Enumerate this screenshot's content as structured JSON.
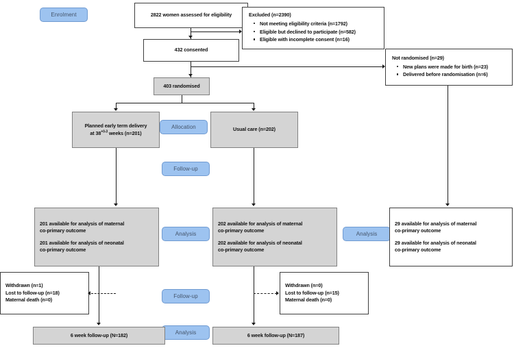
{
  "diagram": {
    "title": "CONSORT participant flow diagram",
    "phases": [
      {
        "id": "enrolment",
        "label": "Enrolment"
      },
      {
        "id": "allocation",
        "label": "Allocation"
      },
      {
        "id": "followup-1",
        "label": "Follow-up"
      },
      {
        "id": "analysis-left",
        "label": "Analysis"
      },
      {
        "id": "analysis-right",
        "label": "Analysis"
      },
      {
        "id": "followup-2",
        "label": "Follow-up"
      },
      {
        "id": "analysis-bottom",
        "label": "Analysis"
      }
    ],
    "nodes": {
      "assessed": {
        "text": "2822 women assessed for eligibility",
        "fill": "white"
      },
      "excluded": {
        "heading": "Excluded (n=2390)",
        "items": [
          "Not meeting eligibility criteria (n=1792)",
          "Eligible but declined to participate (n=582)",
          "Eligible with incomplete consent (n=16)"
        ],
        "fill": "white"
      },
      "consented": {
        "text": "432 consented",
        "fill": "white"
      },
      "not_randomised": {
        "heading": "Not randomised (n=29)",
        "items": [
          "New plans were made for birth (n=23)",
          "Delivered before randomisation (n=6)"
        ],
        "fill": "white"
      },
      "randomised": {
        "text": "403 randomised",
        "fill": "grey"
      },
      "arm_intervention": {
        "line1": "Planned early term delivery",
        "line2_pre": "at 38",
        "line2_sup": "+0-3",
        "line2_post": " weeks (n=201)",
        "fill": "grey"
      },
      "arm_control": {
        "text": "Usual care (n=202)",
        "fill": "grey"
      },
      "analysis_intervention": {
        "maternal_line1": "201 available for analysis of maternal",
        "maternal_line2": "co-primary outcome",
        "neonatal_line1": "201 available for analysis of neonatal",
        "neonatal_line2": "co-primary outcome",
        "fill": "grey"
      },
      "analysis_control": {
        "maternal_line1": "202 available for analysis of maternal",
        "maternal_line2": "co-primary outcome",
        "neonatal_line1": "202 available for analysis of neonatal",
        "neonatal_line2": "co-primary outcome",
        "fill": "grey"
      },
      "analysis_notrandomised": {
        "maternal_line1": "29 available for analysis of maternal",
        "maternal_line2": "co-primary outcome",
        "neonatal_line1": "29 available for analysis of neonatal",
        "neonatal_line2": "co-primary outcome",
        "fill": "white"
      },
      "losses_intervention": {
        "line1": "Withdrawn (n=1)",
        "line2": "Lost to follow-up (n=18)",
        "line3": "Maternal death (n=0)",
        "fill": "white"
      },
      "losses_control": {
        "line1": "Withdrawn (n=0)",
        "line2": "Lost to follow-up (n=15)",
        "line3": "Maternal death (n=0)",
        "fill": "white"
      },
      "followup_intervention": {
        "text": "6 week follow-up (N=182)",
        "fill": "grey"
      },
      "followup_control": {
        "text": "6 week follow-up (N=187)",
        "fill": "grey"
      }
    },
    "colors": {
      "badge_fill": "#9dc3f0",
      "badge_border": "#6f9ad1",
      "badge_text": "#44546a",
      "box_grey_fill": "#d4d4d4",
      "box_border": "#3d3d3d",
      "connector": "#1c1c1c"
    }
  }
}
